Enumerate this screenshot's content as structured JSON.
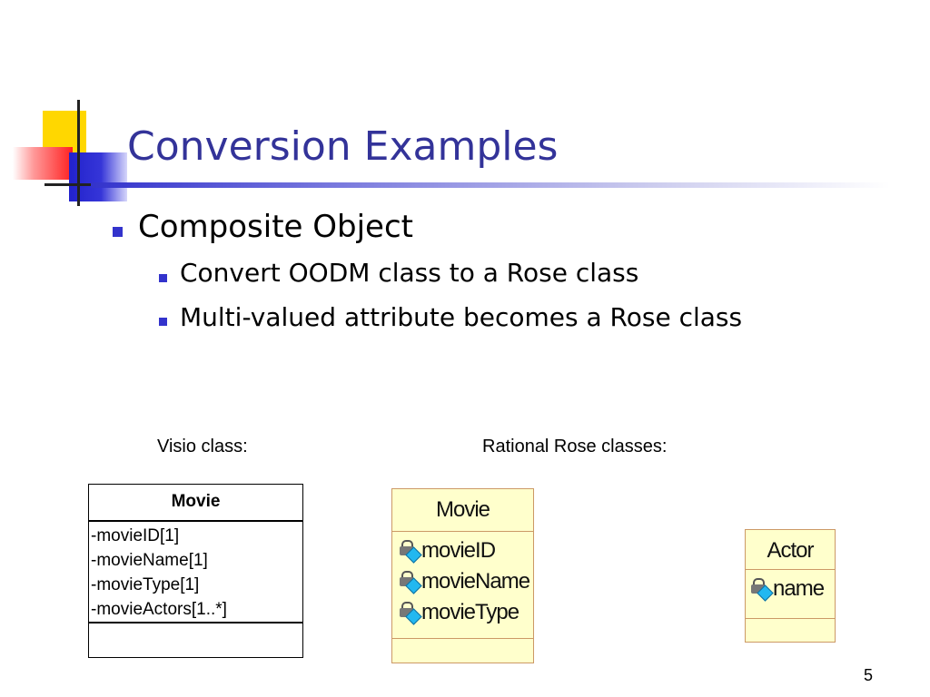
{
  "slide": {
    "title": "Conversion Examples",
    "bullets": [
      {
        "text": "Composite Object",
        "children": [
          {
            "text": "Convert OODM class to a Rose class"
          },
          {
            "text": "Multi-valued attribute becomes a Rose class"
          }
        ]
      }
    ],
    "page_number": "5"
  },
  "visio": {
    "caption": "Visio class:",
    "class_name": "Movie",
    "attributes": [
      "-movieID[1]",
      "-movieName[1]",
      "-movieType[1]",
      "-movieActors[1..*]"
    ]
  },
  "rose": {
    "caption": "Rational Rose classes:",
    "classes": [
      {
        "name": "Movie",
        "attributes": [
          "movieID",
          "movieName",
          "movieType"
        ]
      },
      {
        "name": "Actor",
        "attributes": [
          "name"
        ]
      }
    ]
  },
  "colors": {
    "title": "#333399",
    "bullet": "#3333cc",
    "rose_fill": "#ffffcc",
    "rose_border": "#cc9966"
  },
  "icons": {
    "logo": "square-cluster-logo",
    "attribute": "private-attribute-icon"
  }
}
